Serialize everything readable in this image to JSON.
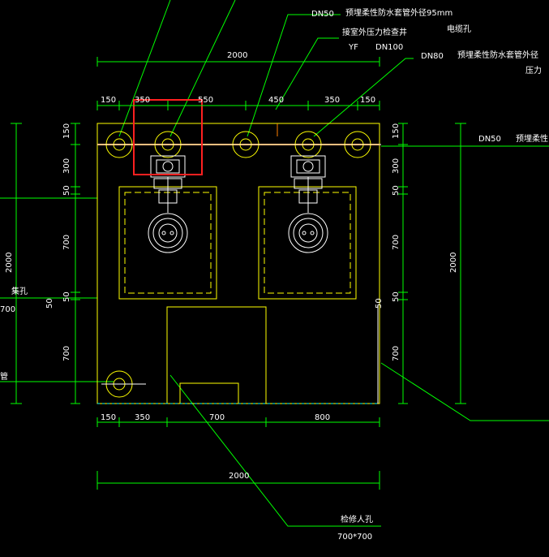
{
  "labels": {
    "dn50_top": "DN50",
    "sleeve_top": "预埋柔性防水套管外径95mm",
    "cable_hole": "电缆孔",
    "to_pressure_well": "接室外压力检查井",
    "yf": "YF",
    "dn100": "DN100",
    "dn80": "DN80",
    "sleeve_mid": "预埋柔性防水套管外径",
    "pressure_cut": "压力",
    "dn50_right": "DN50",
    "sleeve_right": "预埋柔性",
    "left_hole": "集孔",
    "left_pipe": "管",
    "manhole": "检修人孔",
    "manhole_size": "700*700"
  },
  "dimensions": {
    "top_total": "2000",
    "top_segments": [
      "150",
      "350",
      "550",
      "450",
      "350",
      "150"
    ],
    "bottom_segments": [
      "150",
      "350",
      "700",
      "800"
    ],
    "bottom_total": "2000",
    "left_segments": [
      "150",
      "300",
      "50",
      "700",
      "50",
      "700"
    ],
    "left_total": "2000",
    "left_cut": "700",
    "left_small": "50",
    "right_segments": [
      "150",
      "300",
      "50",
      "700",
      "50",
      "700"
    ],
    "right_total": "2000",
    "inner_right_small": "50"
  },
  "colors": {
    "wall": "#ffff00",
    "dimension": "#00ff00",
    "leader": "#00ff00",
    "equipment": "#ffffff",
    "pipe": "#ff8000",
    "highlight": "#ff2020",
    "cut": "#00ffff"
  }
}
